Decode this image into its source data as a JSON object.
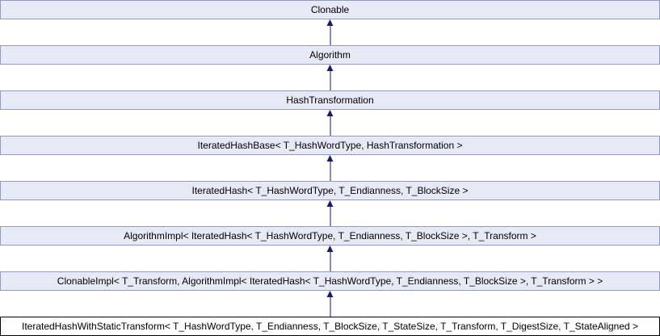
{
  "diagram": {
    "name": "class-inheritance-diagram",
    "colors": {
      "node_fill": "#E7EAF5",
      "node_border": "#8A9CC6",
      "current_node_fill": "#FFFFFF",
      "current_node_border": "#000000",
      "arrow_color": "#191970",
      "text_color": "#000000",
      "background": "#FFFFFF"
    },
    "nodes": [
      {
        "label": "Clonable",
        "current": false
      },
      {
        "label": "Algorithm",
        "current": false
      },
      {
        "label": "HashTransformation",
        "current": false
      },
      {
        "label": "IteratedHashBase< T_HashWordType, HashTransformation >",
        "current": false
      },
      {
        "label": "IteratedHash< T_HashWordType, T_Endianness, T_BlockSize >",
        "current": false
      },
      {
        "label": "AlgorithmImpl< IteratedHash< T_HashWordType, T_Endianness, T_BlockSize >, T_Transform >",
        "current": false
      },
      {
        "label": "ClonableImpl< T_Transform, AlgorithmImpl< IteratedHash< T_HashWordType, T_Endianness, T_BlockSize >, T_Transform > >",
        "current": false
      },
      {
        "label": "IteratedHashWithStaticTransform< T_HashWordType, T_Endianness, T_BlockSize, T_StateSize, T_Transform, T_DigestSize, T_StateAligned >",
        "current": true
      }
    ]
  }
}
